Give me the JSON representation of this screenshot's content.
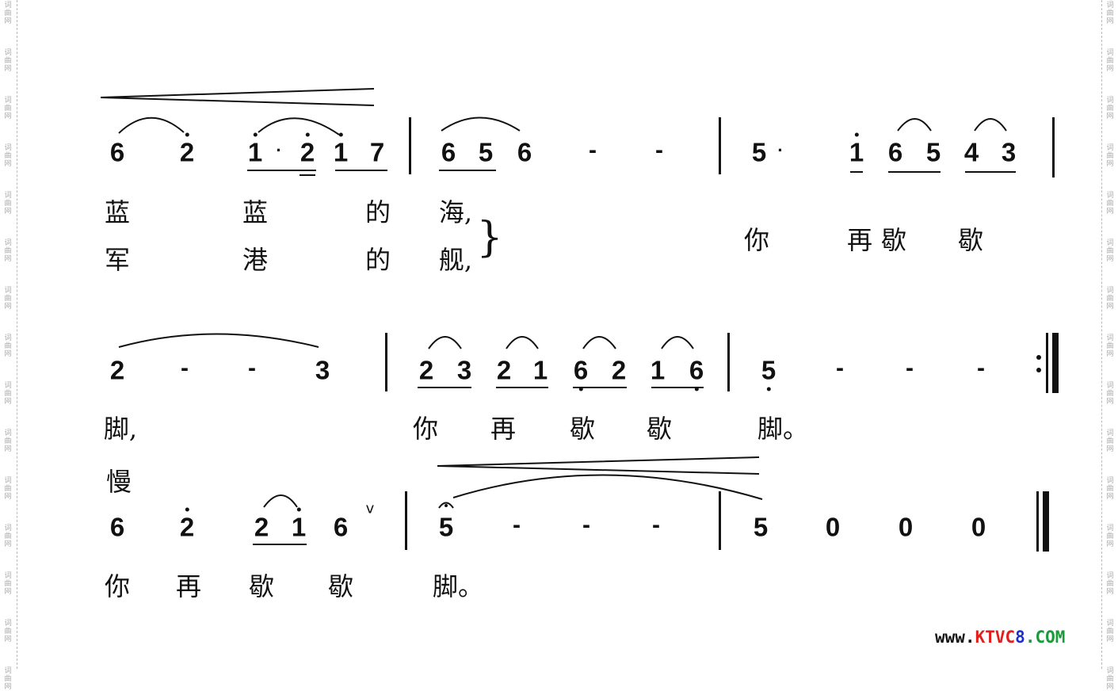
{
  "watermark": "词曲网",
  "tempo_mark": "慢",
  "rows": [
    {
      "notes": [
        "6",
        "2",
        "1",
        "·",
        "2",
        "1",
        "7",
        "6",
        "5",
        "6",
        "-",
        "-",
        "5",
        "·",
        "1",
        "6",
        "5",
        "4",
        "3"
      ],
      "lyrics_verse1": [
        "蓝",
        "蓝",
        "的",
        "海,"
      ],
      "lyrics_verse2": [
        "军",
        "港",
        "的",
        "舰,"
      ],
      "brace": "}",
      "lyrics_common": [
        "你",
        "再",
        "歇",
        "歇"
      ]
    },
    {
      "notes": [
        "2",
        "-",
        "-",
        "3",
        "2",
        "3",
        "2",
        "1",
        "6",
        "2",
        "1",
        "6",
        "5",
        "-",
        "-",
        "-"
      ],
      "lyrics": [
        "脚,",
        "你",
        "再",
        "歇",
        "歇",
        "脚。"
      ]
    },
    {
      "notes": [
        "6",
        "2",
        "2",
        "1",
        "6",
        "5",
        "-",
        "-",
        "-",
        "5",
        "0",
        "0",
        "0"
      ],
      "breath_mark": "v",
      "lyrics": [
        "你",
        "再",
        "歇",
        "歇",
        "脚。"
      ]
    }
  ],
  "site_url": {
    "prefix": "www.",
    "brand": "KTVC",
    "digit": "8",
    "suffix": ".COM",
    "colors": {
      "prefix": "#111111",
      "brand": "#e0201c",
      "digit": "#1a2fd0",
      "suffix": "#1a9a3a"
    }
  }
}
